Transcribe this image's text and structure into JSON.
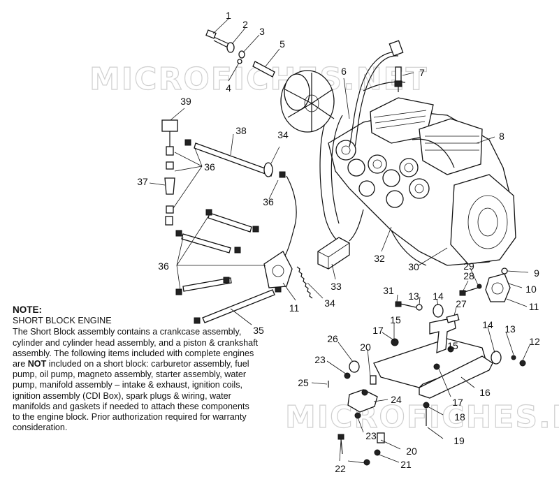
{
  "watermark": "MICROFICHES.NET",
  "callouts": [
    "1",
    "2",
    "3",
    "4",
    "5",
    "6",
    "7",
    "8",
    "9",
    "10",
    "11",
    "11",
    "12",
    "13",
    "13",
    "14",
    "14",
    "15",
    "15",
    "16",
    "17",
    "17",
    "18",
    "19",
    "20",
    "20",
    "21",
    "22",
    "23",
    "23",
    "24",
    "25",
    "26",
    "27",
    "28",
    "29",
    "30",
    "31",
    "32",
    "33",
    "34",
    "34",
    "35",
    "36",
    "36",
    "36",
    "37",
    "38",
    "39"
  ],
  "note": {
    "title": "NOTE:",
    "subtitle": "SHORT BLOCK ENGINE",
    "body_part1": "The Short Block assembly contains a crankcase assembly, cylinder and cylinder head assembly, and a piston & crankshaft assembly.  The following items included with complete engines are ",
    "emphasis": "NOT",
    "body_part2": " included on a short block: carburetor assembly, fuel pump, oil pump, magneto assembly, starter assembly, water pump, manifold assembly – intake & exhaust, ignition coils, ignition assembly (CDI Box), spark plugs & wiring, water manifolds and gaskets if needed to attach these components to the engine block.  Prior authorization required for warranty consideration."
  }
}
